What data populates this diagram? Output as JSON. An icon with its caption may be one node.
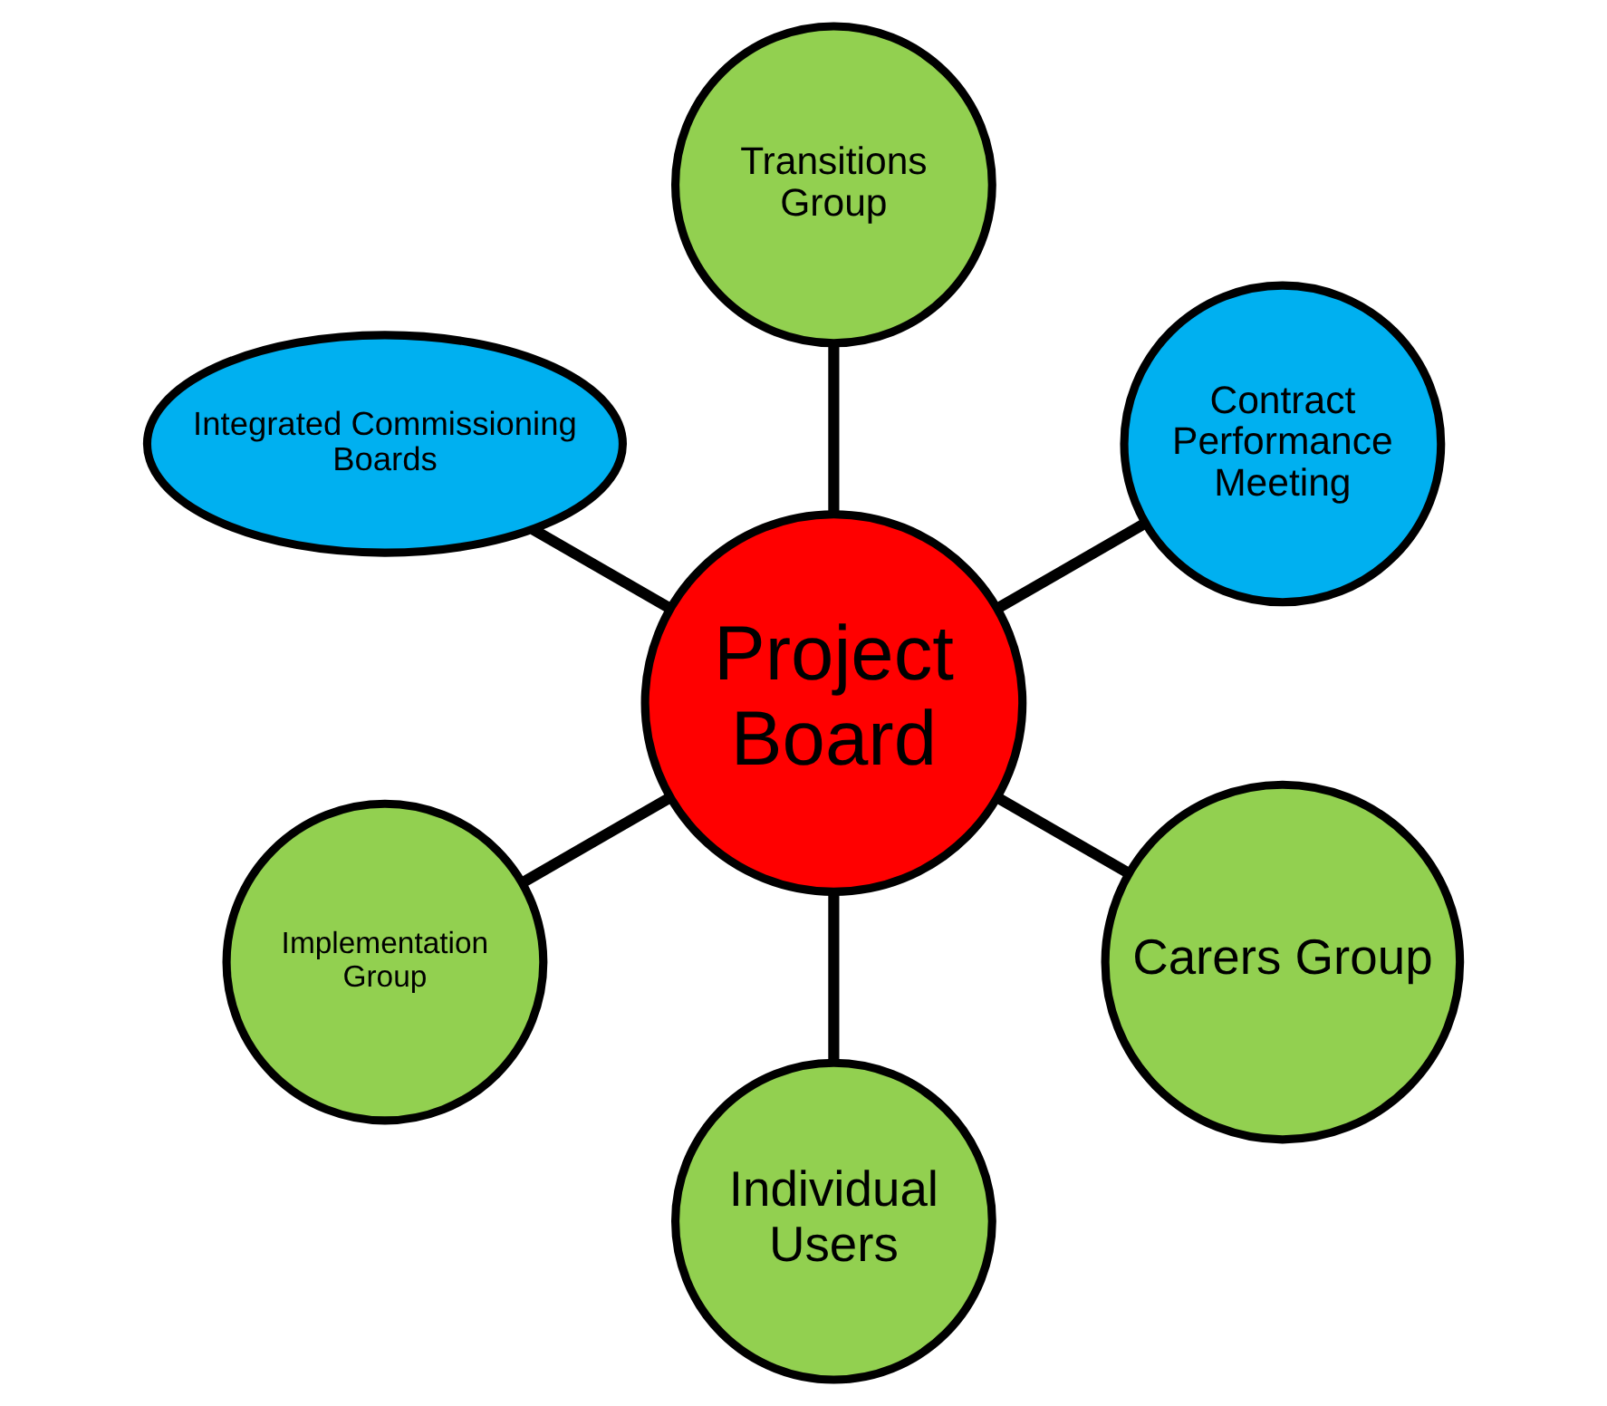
{
  "diagram": {
    "nodes": [
      {
        "text": [
          "Project Board"
        ]
      },
      {
        "text": [
          "Contract Performance Meeting"
        ]
      },
      {
        "text": [
          "Transitions Group"
        ]
      },
      {
        "text": [
          "Integrated Commissioning Boards"
        ]
      },
      {
        "text": [
          "Implementation Group"
        ]
      },
      {
        "text": [
          "Individual Users"
        ]
      },
      {
        "text": [
          "Carers Group"
        ]
      }
    ],
    "edges": [
      {
        "from": 0,
        "to": 1,
        "arrow": "none"
      },
      {
        "from": 0,
        "to": 2,
        "arrow": "none"
      },
      {
        "from": 0,
        "to": 3,
        "arrow": "none"
      },
      {
        "from": 0,
        "to": 4,
        "arrow": "none"
      },
      {
        "from": 0,
        "to": 5,
        "arrow": "none"
      },
      {
        "from": 0,
        "to": 6,
        "arrow": "none"
      }
    ]
  }
}
